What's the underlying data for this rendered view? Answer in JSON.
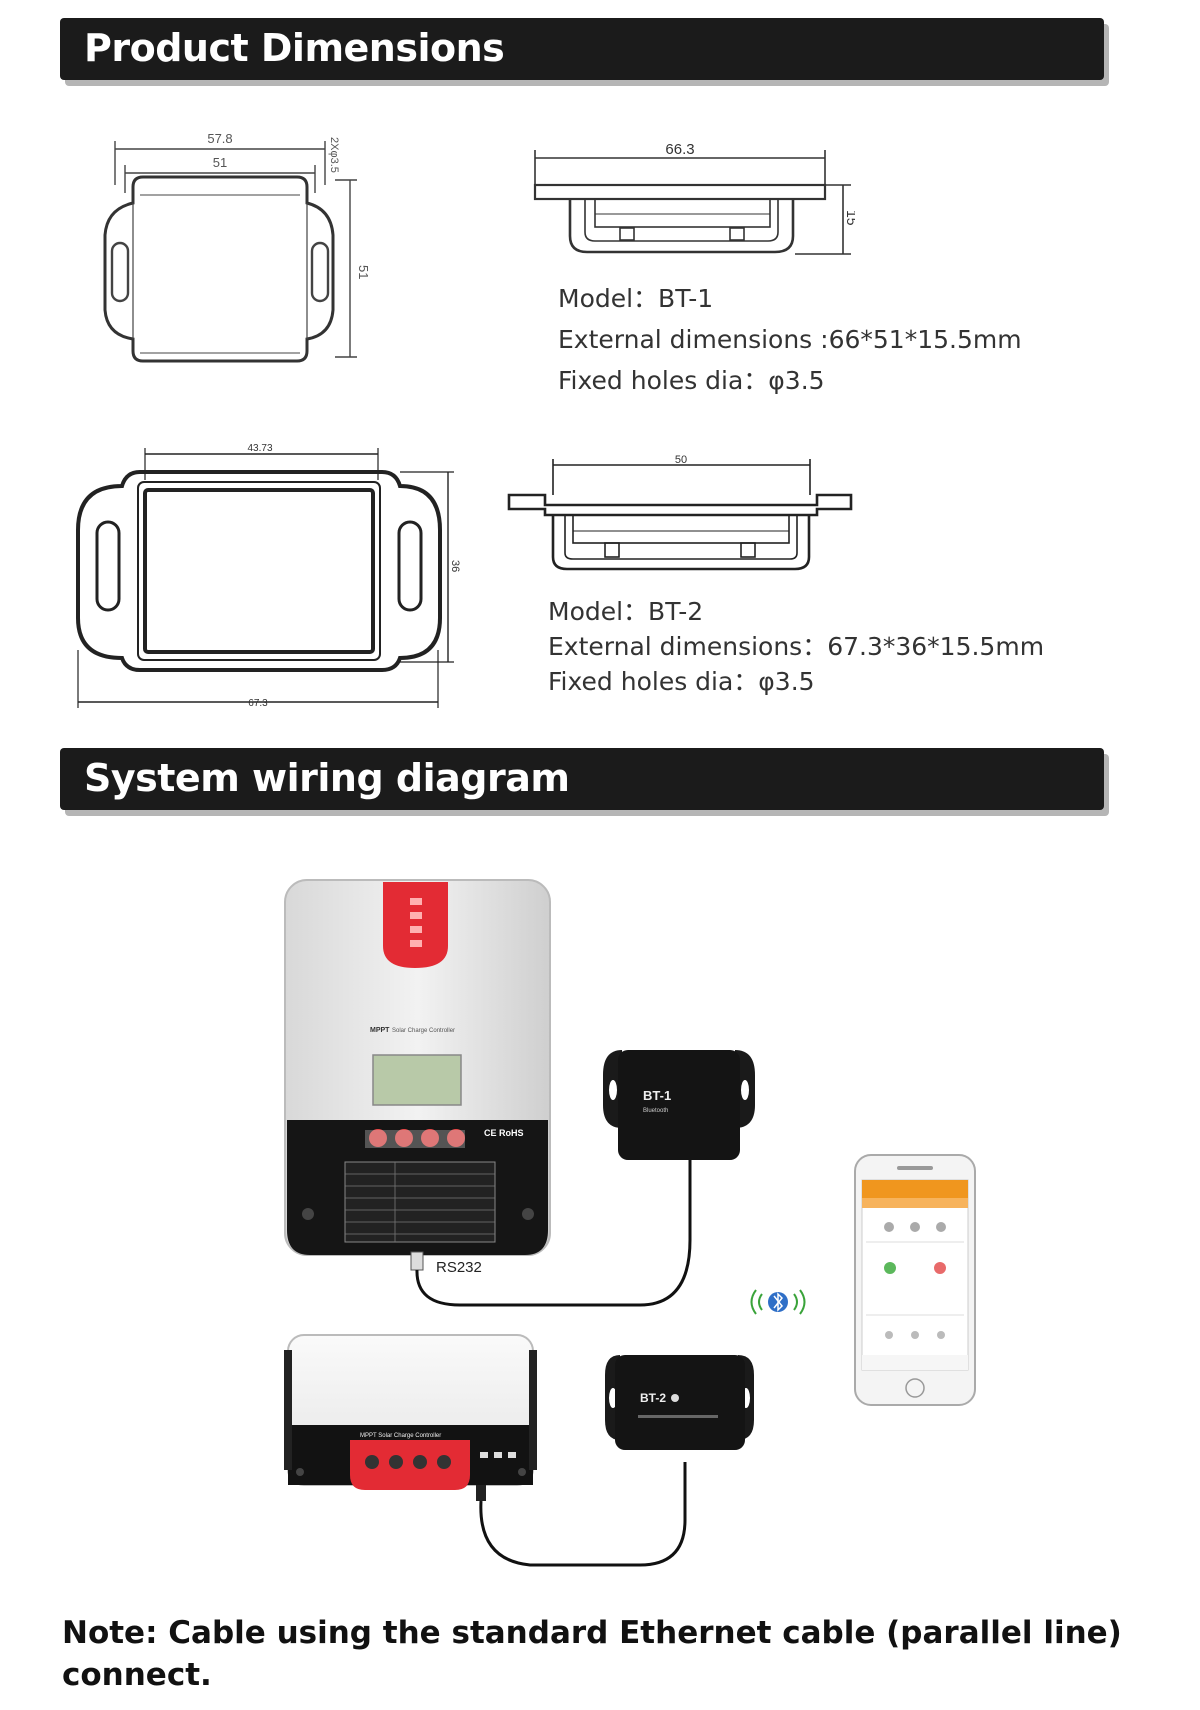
{
  "sections": {
    "dimensions_title": "Product Dimensions",
    "wiring_title": "System wiring diagram"
  },
  "bt1": {
    "dims": {
      "outer_width": "57.8",
      "inner_width": "51",
      "holes": "2Xφ3.5",
      "height": "51",
      "side_width": "66.3",
      "side_height": "15"
    },
    "model": "Model：BT-1",
    "external": "External dimensions :66*51*15.5mm",
    "holes": "Fixed holes dia：φ3.5"
  },
  "bt2": {
    "dims": {
      "inner_width": "43.73",
      "height": "36",
      "outer_width": "67.3",
      "side_width": "50"
    },
    "model": "Model：BT-2",
    "external": "External dimensions：67.3*36*15.5mm",
    "holes": "Fixed holes dia：φ3.5"
  },
  "wiring": {
    "controller1_header": "MPPT",
    "controller1_sub": "Solar Charge Controller",
    "bt1_label": "BT-1",
    "bt1_sub": "Bluetooth",
    "bt2_label": "BT-2",
    "rs232_label": "RS232",
    "ce_mark": "CE RoHS",
    "controller2_header": "MPPT Solar Charge Controller"
  },
  "note": {
    "label": "Note:",
    "text": "Cable using the standard Ethernet cable (parallel line) connect."
  }
}
